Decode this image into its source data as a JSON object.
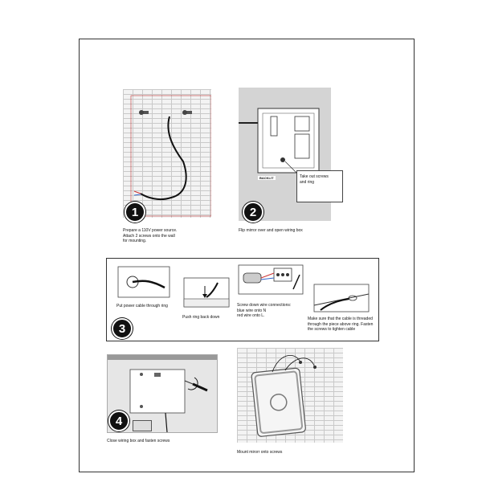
{
  "step1": {
    "badge": "1",
    "caption": "Prepare a 110V power source.\nAttach 2 screws onto the wall\nfor mounting."
  },
  "step2": {
    "badge": "2",
    "caption": "Flip mirror over and open wiring box",
    "callout": "Take out screws\nand ring",
    "box_label": "BACKLIT"
  },
  "step3": {
    "badge": "3",
    "captions": {
      "a": "Put power cable through ring",
      "b": "Push ring back down",
      "c": "Screw down wire connections:\nblue wire onto N\nred wire onto L.",
      "d": "Make sure that the cable is threaded\nthrough the piece above ring. Fasten\nthe screws to tighten cable"
    }
  },
  "step4": {
    "badge": "4",
    "caption": "Close wiring box and fasten screws"
  },
  "step5": {
    "caption": "Mount mirorr onto screws"
  }
}
